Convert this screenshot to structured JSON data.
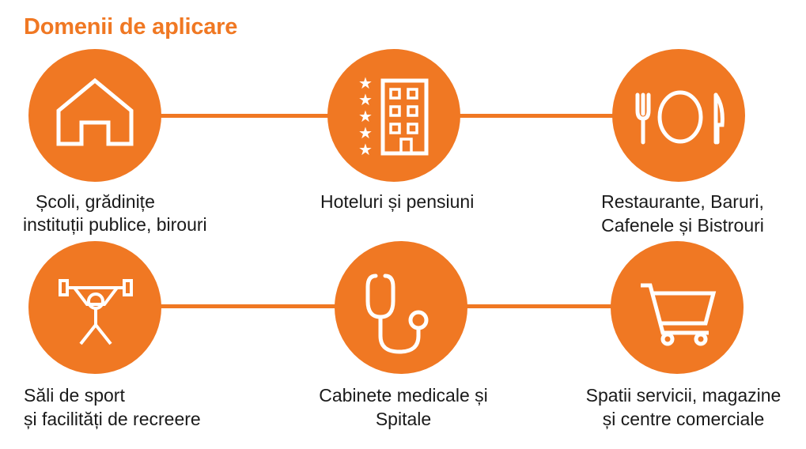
{
  "title": "Domenii de aplicare",
  "accent_color": "#f07823",
  "items": [
    {
      "icon": "house-icon",
      "line1": "Școli, grădinițe",
      "line2": "instituții publice, birouri"
    },
    {
      "icon": "hotel-building-icon",
      "line1": "Hoteluri și pensiuni",
      "line2": ""
    },
    {
      "icon": "cutlery-plate-icon",
      "line1": "Restaurante, Baruri,",
      "line2": "Cafenele și Bistrouri"
    },
    {
      "icon": "weightlifter-icon",
      "line1": "Săli de sport",
      "line2": "și facilități de recreere"
    },
    {
      "icon": "stethoscope-icon",
      "line1": "Cabinete medicale și",
      "line2": "Spitale"
    },
    {
      "icon": "shopping-cart-icon",
      "line1": "Spatii servicii, magazine",
      "line2": "și centre comerciale"
    }
  ]
}
